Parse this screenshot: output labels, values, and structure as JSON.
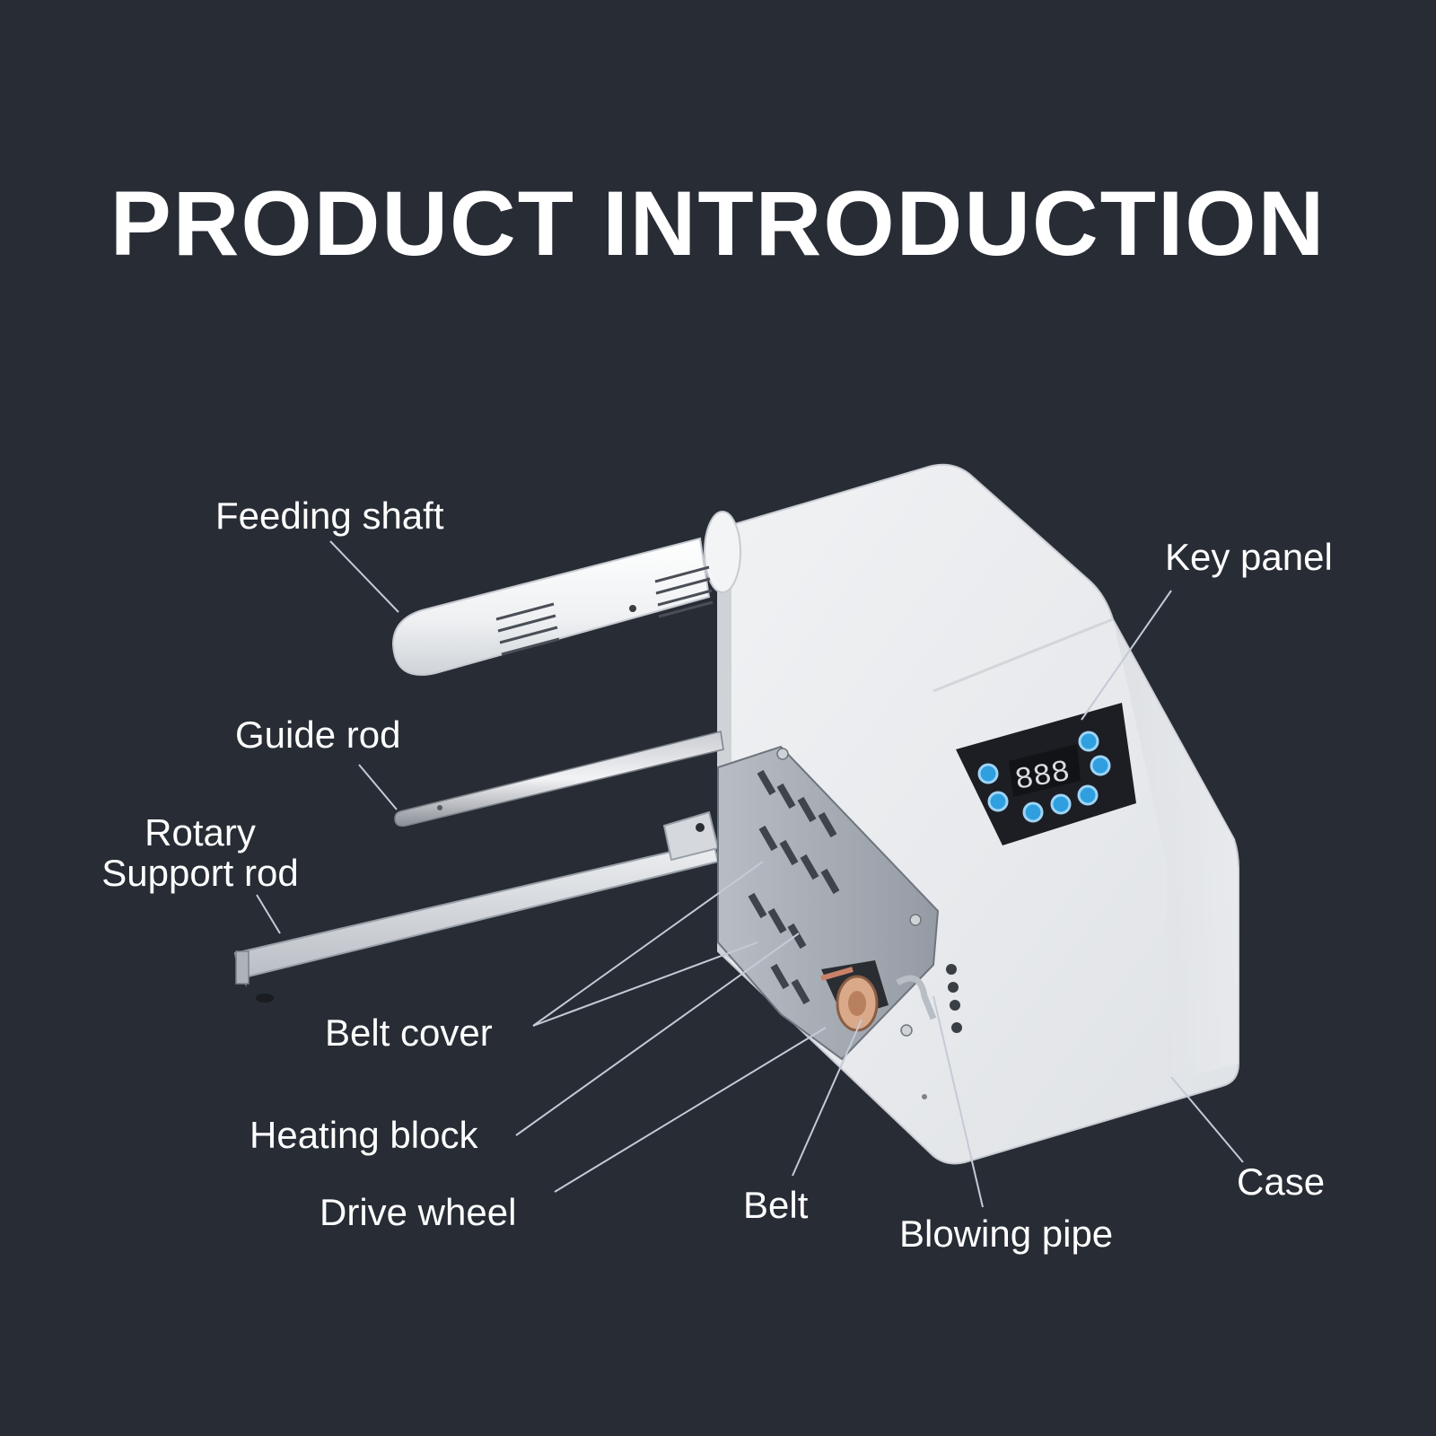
{
  "title": "PRODUCT INTRODUCTION",
  "colors": {
    "background": "#272c35",
    "text": "#ffffff",
    "leader_line": "#c4cad6",
    "case_body": "#e9ebef",
    "panel": "#1c1e24",
    "panel_button": "#2f9fe0",
    "cover": "#a7adb6"
  },
  "display_readout": "888",
  "labels": {
    "feeding_shaft": "Feeding shaft",
    "guide_rod": "Guide rod",
    "rotary_line1": "Rotary",
    "rotary_line2": "Support rod",
    "belt_cover": "Belt cover",
    "heating_block": "Heating block",
    "drive_wheel": "Drive wheel",
    "belt": "Belt",
    "blowing_pipe": "Blowing pipe",
    "key_panel": "Key panel",
    "case": "Case"
  }
}
